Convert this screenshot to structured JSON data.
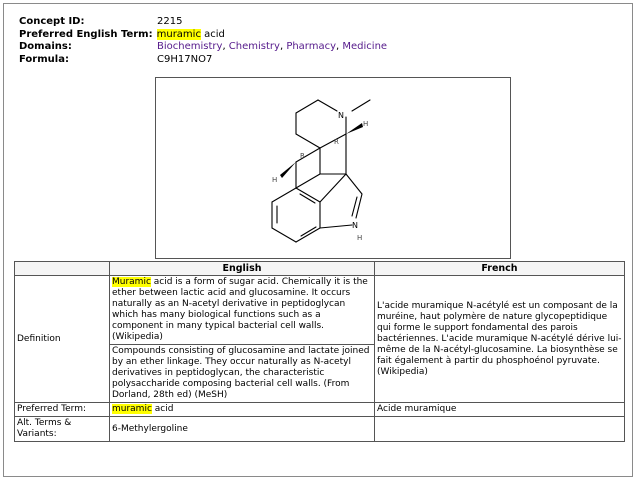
{
  "concept": {
    "id_label": "Concept ID:",
    "id_value": "2215",
    "term_label": "Preferred English Term:",
    "term_highlight": "muramic",
    "term_rest": " acid",
    "domains_label": "Domains:",
    "domains": [
      "Biochemistry",
      "Chemistry",
      "Pharmacy",
      "Medicine"
    ],
    "formula_label": "Formula:",
    "formula_value": "C9H17NO7"
  },
  "structure_labels": {
    "n_methyl": "N",
    "n_indole": "N",
    "h_indole": "H",
    "r1": "R",
    "r2": "R",
    "h1": "H",
    "h2": "H"
  },
  "table": {
    "col_english": "English",
    "col_french": "French",
    "definition_label": "Definition",
    "def_en_1_highlight": "Muramic",
    "def_en_1_rest": " acid is a form of sugar acid. Chemically it is the ether between lactic acid and glucosamine. It occurs naturally as an N-acetyl derivative in peptidoglycan which has many biological functions such as a component in many typical bacterial cell walls. (Wikipedia)",
    "def_en_2": "Compounds consisting of glucosamine and lactate joined by an ether linkage. They occur naturally as N-acetyl derivatives in peptidoglycan, the characteristic polysaccharide composing bacterial cell walls. (From Dorland, 28th ed) (MeSH)",
    "def_fr": "L'acide muramique N-acétylé est un composant de la muréine, haut polymère de nature glycopeptidique qui forme le support fondamental des parois bactériennes. L'acide muramique N-acétylé dérive lui-même de la N-acétyl-glucosamine. La biosynthèse se fait également à partir du phosphoénol pyruvate. (Wikipedia)",
    "preferred_label": "Preferred Term:",
    "preferred_en_highlight": "muramic",
    "preferred_en_rest": " acid",
    "preferred_fr": "Acide muramique",
    "alt_label": "Alt. Terms & Variants:",
    "alt_en": "6-Methylergoline",
    "alt_fr": ""
  },
  "colors": {
    "highlight": "#ffff00",
    "link": "#551a8b",
    "border": "#555555"
  }
}
